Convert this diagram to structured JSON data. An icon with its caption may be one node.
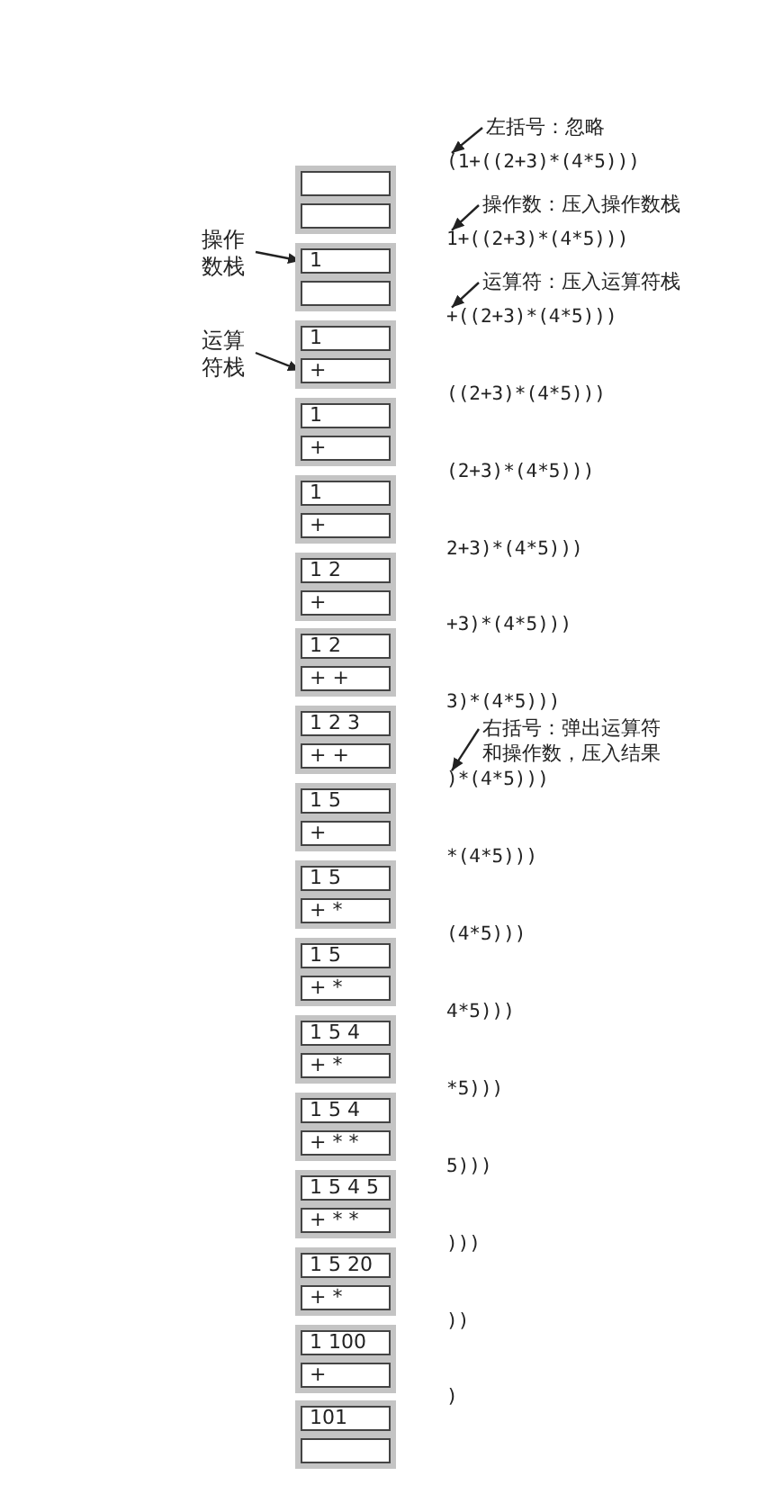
{
  "diagram": {
    "nodes": [
      {
        "text": [
          "操作数栈"
        ]
      },
      {
        "text": [
          "运算符栈"
        ]
      },
      {
        "text": [
          "左括号：忽略"
        ]
      },
      {
        "text": [
          "操作数：压入操作数栈"
        ]
      },
      {
        "text": [
          "运算符：压入运算符栈"
        ]
      },
      {
        "text": [
          "右括号：弹出运算符和操作数，压入结果"
        ]
      },
      {
        "text": [],
        "shape": "box"
      },
      {
        "text": [],
        "shape": "box",
        "in": 6
      },
      {
        "text": [],
        "shape": "box",
        "in": 6
      },
      {
        "text": [],
        "shape": "box"
      },
      {
        "text": [
          "1"
        ],
        "in": 9
      },
      {
        "text": [],
        "shape": "box",
        "in": 9
      },
      {
        "text": [],
        "shape": "box"
      },
      {
        "text": [
          "1"
        ],
        "in": 12
      },
      {
        "text": [
          "+"
        ],
        "in": 12
      },
      {
        "text": [],
        "shape": "box"
      },
      {
        "text": [
          "1"
        ],
        "in": 15
      },
      {
        "text": [
          "+"
        ],
        "in": 15
      },
      {
        "text": [],
        "shape": "box"
      },
      {
        "text": [
          "1"
        ],
        "in": 18
      },
      {
        "text": [
          "+"
        ],
        "in": 18
      },
      {
        "text": [],
        "shape": "box"
      },
      {
        "text": [
          "1 2"
        ],
        "in": 21
      },
      {
        "text": [
          "+"
        ],
        "in": 21
      },
      {
        "text": [],
        "shape": "box"
      },
      {
        "text": [
          "1 2"
        ],
        "in": 24
      },
      {
        "text": [
          "+ +"
        ],
        "in": 24
      },
      {
        "text": [],
        "shape": "box"
      },
      {
        "text": [
          "1 2 3"
        ],
        "in": 27
      },
      {
        "text": [
          "+ +"
        ],
        "in": 27
      },
      {
        "text": [],
        "shape": "box"
      },
      {
        "text": [
          "1 5"
        ],
        "in": 30
      },
      {
        "text": [
          "+"
        ],
        "in": 30
      },
      {
        "text": [],
        "shape": "box"
      },
      {
        "text": [
          "1 5"
        ],
        "in": 33
      },
      {
        "text": [
          "+ *"
        ],
        "in": 33
      },
      {
        "text": [],
        "shape": "box"
      },
      {
        "text": [
          "1 5"
        ],
        "in": 36
      },
      {
        "text": [
          "+ *"
        ],
        "in": 36
      },
      {
        "text": [],
        "shape": "box"
      },
      {
        "text": [
          "1 5 4"
        ],
        "in": 39
      },
      {
        "text": [
          "+ *"
        ],
        "in": 39
      },
      {
        "text": [],
        "shape": "box"
      },
      {
        "text": [
          "1 5 4"
        ],
        "in": 42
      },
      {
        "text": [
          "+ * *"
        ],
        "in": 42
      },
      {
        "text": [],
        "shape": "box"
      },
      {
        "text": [
          "1 5 4 5"
        ],
        "in": 45
      },
      {
        "text": [
          "+ * *"
        ],
        "in": 45
      },
      {
        "text": [],
        "shape": "box"
      },
      {
        "text": [
          "1 5 20"
        ],
        "in": 48
      },
      {
        "text": [
          "+ *"
        ],
        "in": 48
      },
      {
        "text": [],
        "shape": "box"
      },
      {
        "text": [
          "1 100"
        ],
        "in": 51
      },
      {
        "text": [
          "+"
        ],
        "in": 51
      },
      {
        "text": [],
        "shape": "box"
      },
      {
        "text": [
          "101"
        ],
        "in": 54
      },
      {
        "text": [],
        "shape": "box",
        "in": 54
      },
      {
        "text": [
          "(1+((2+3)*(4*5)))"
        ]
      },
      {
        "text": [
          "1+((2+3)*(4*5)))"
        ]
      },
      {
        "text": [
          "+((2+3)*(4*5)))"
        ]
      },
      {
        "text": [
          "((2+3)*(4*5)))"
        ]
      },
      {
        "text": [
          "(2+3)*(4*5)))"
        ]
      },
      {
        "text": [
          "2+3)*(4*5)))"
        ]
      },
      {
        "text": [
          "+3)*(4*5)))"
        ]
      },
      {
        "text": [
          "3)*(4*5)))"
        ]
      },
      {
        "text": [
          ")*(4*5)))"
        ]
      },
      {
        "text": [
          "*(4*5)))"
        ]
      },
      {
        "text": [
          "(4*5)))"
        ]
      },
      {
        "text": [
          "4*5)))"
        ]
      },
      {
        "text": [
          "*5)))"
        ]
      },
      {
        "text": [
          "5)))"
        ]
      },
      {
        "text": [
          ")))"
        ]
      },
      {
        "text": [
          "))"
        ]
      },
      {
        "text": [
          ")"
        ]
      }
    ],
    "edges": [
      {
        "from": 0,
        "to": 10,
        "arrow": "to"
      },
      {
        "from": 1,
        "to": 14,
        "arrow": "to"
      },
      {
        "from": 2,
        "to": 57,
        "arrow": "to"
      },
      {
        "from": 3,
        "to": 58,
        "arrow": "to"
      },
      {
        "from": 4,
        "to": 59,
        "arrow": "to"
      },
      {
        "from": 5,
        "to": 65,
        "arrow": "to"
      }
    ]
  }
}
